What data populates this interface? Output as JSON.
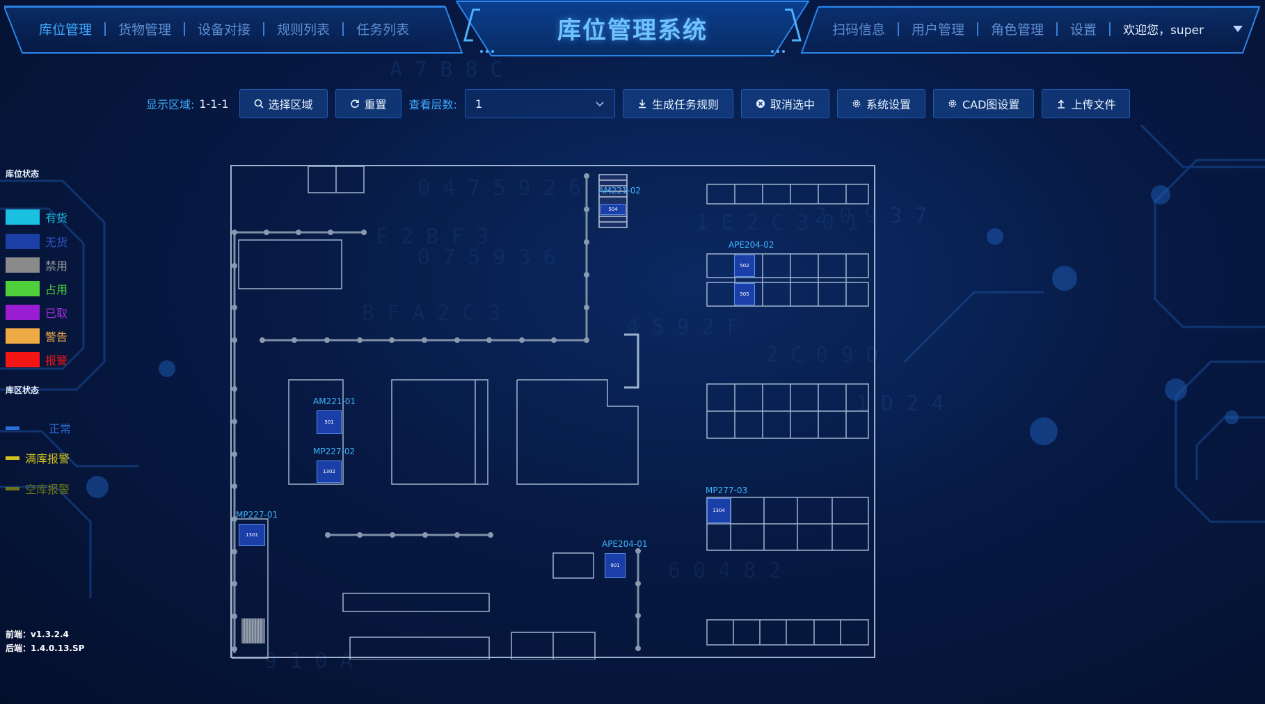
{
  "header": {
    "title": "库位管理系统",
    "nav_left": [
      "库位管理",
      "货物管理",
      "设备对接",
      "规则列表",
      "任务列表"
    ],
    "nav_right": [
      "扫码信息",
      "用户管理",
      "角色管理",
      "设置"
    ],
    "welcome": "欢迎您，super"
  },
  "toolbar": {
    "area_label": "显示区域:",
    "area_value": "1-1-1",
    "select_area": "选择区域",
    "reset": "重置",
    "level_label": "查看层数:",
    "level_value": "1",
    "generate_rule": "生成任务规则",
    "cancel_select": "取消选中",
    "system_settings": "系统设置",
    "cad_settings": "CAD图设置",
    "upload_file": "上传文件"
  },
  "legend": {
    "slot_title": "库位状态",
    "slot_items": [
      {
        "label": "有货",
        "color": "#1bbfe0"
      },
      {
        "label": "无货",
        "color": "#1c3fa6"
      },
      {
        "label": "禁用",
        "color": "#8a8a8a"
      },
      {
        "label": "占用",
        "color": "#4fcf3b"
      },
      {
        "label": "已取",
        "color": "#9b1dd3"
      },
      {
        "label": "警告",
        "color": "#efab43"
      },
      {
        "label": "报警",
        "color": "#f41515"
      }
    ],
    "zone_title": "库区状态",
    "zone_items": [
      {
        "label": "正常",
        "color": "#2a6fd8"
      },
      {
        "label": "满库报警",
        "color": "#d4c21f"
      },
      {
        "label": "空库报警",
        "color": "#6b7419"
      }
    ]
  },
  "version": {
    "frontend": "前端：v1.3.2.4",
    "backend": "后端：1.4.0.13.SP"
  },
  "map": {
    "labels": {
      "am221_02": "AM221-02",
      "ape204_02": "APE204-02",
      "am221_01": "AM221-01",
      "mp227_02": "MP227-02",
      "mp227_01": "MP227-01",
      "ape204_01": "APE204-01",
      "mp277_03": "MP277-03"
    },
    "cells": {
      "c504": "504",
      "c502": "502",
      "c505": "505",
      "c501": "501",
      "c1302": "1302",
      "c1301": "1301",
      "c901": "901",
      "c1304": "1304"
    }
  },
  "colors": {
    "accent": "#3fa9ff",
    "title": "#6fc3ff",
    "slot_empty": "#1b3fa8"
  }
}
